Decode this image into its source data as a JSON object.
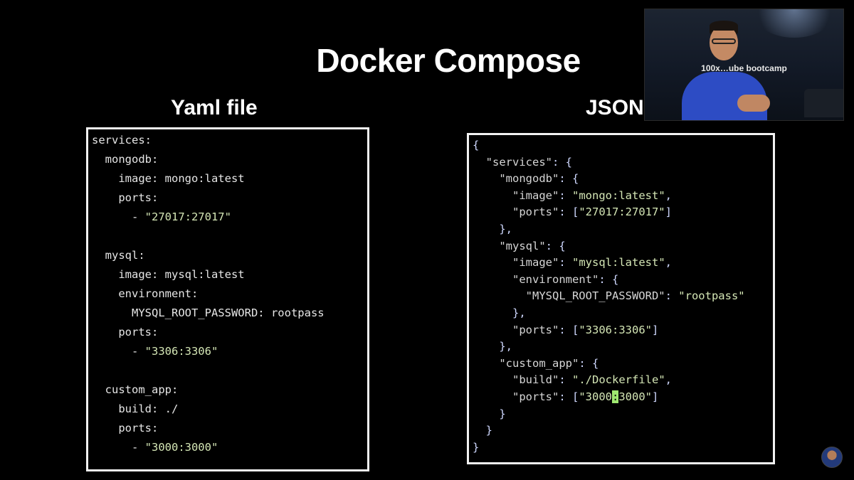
{
  "slide": {
    "title": "Docker Compose",
    "yaml_heading": "Yaml file",
    "json_heading": "JSON"
  },
  "yaml": {
    "lines": [
      "services:",
      "  mongodb:",
      "    image: mongo:latest",
      "    ports:",
      "      - ",
      "",
      "  mysql:",
      "    image: mysql:latest",
      "    environment:",
      "      MYSQL_ROOT_PASSWORD: rootpass",
      "    ports:",
      "      - ",
      "",
      "  custom_app:",
      "    build: ./",
      "    ports:",
      "      - "
    ],
    "port_strings": [
      "\"27017:27017\"",
      "\"3306:3306\"",
      "\"3000:3000\""
    ]
  },
  "json": {
    "lines": [
      "{",
      "  \"services\": {",
      "    \"mongodb\": {",
      "      \"image\": \"mongo:latest\",",
      "      \"ports\": [\"27017:27017\"]",
      "    },",
      "    \"mysql\": {",
      "      \"image\": \"mysql:latest\",",
      "      \"environment\": {",
      "        \"MYSQL_ROOT_PASSWORD\": \"rootpass\"",
      "      },",
      "      \"ports\": [\"3306:3306\"]",
      "    },",
      "    \"custom_app\": {",
      "      \"build\": \"./Dockerfile\",",
      "      \"ports\": [\"3000:3000\"]",
      "    }",
      "  }",
      "}"
    ]
  },
  "presenter": {
    "banner_text": "100x…ube bootcamp"
  }
}
